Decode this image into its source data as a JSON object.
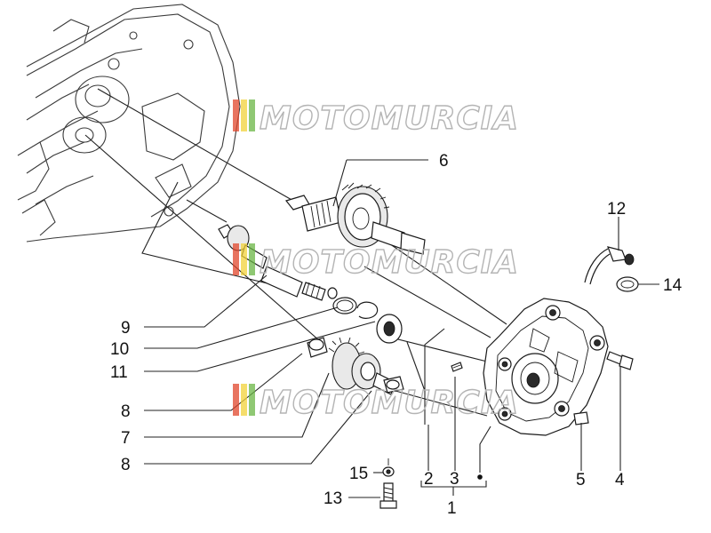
{
  "diagram": {
    "watermark": "MOTOMURCIA",
    "callouts": {
      "c1": "1",
      "c2": "2",
      "c3": "3",
      "c4": "4",
      "c5": "5",
      "c6": "6",
      "c7": "7",
      "c8a": "8",
      "c8b": "8",
      "c9": "9",
      "c10": "10",
      "c11": "11",
      "c12": "12",
      "c13": "13",
      "c14": "14",
      "c15": "15"
    },
    "colors": {
      "watermark_stripe_red": "#e0462b",
      "watermark_stripe_yellow": "#f2d13a",
      "watermark_stripe_green": "#6ab544",
      "line": "#1a1a1a"
    }
  }
}
